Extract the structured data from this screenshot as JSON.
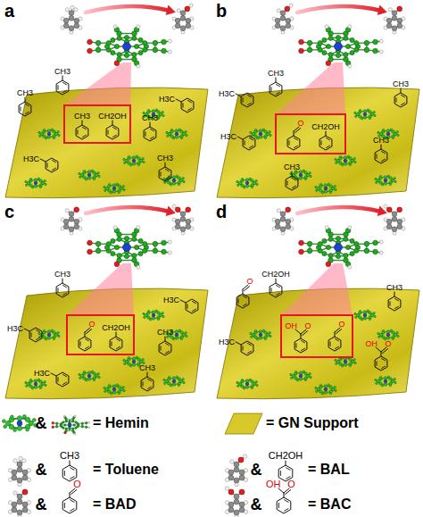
{
  "diagram": {
    "labels": [
      "a",
      "CH3",
      "CH3",
      "H3C",
      "CH3",
      "H3C",
      "CH3",
      "CH3",
      "CH2OH",
      "b",
      "H3C",
      "CH3",
      "CH3",
      "H3C",
      "O",
      "CH2OH",
      "CH3",
      "CH3",
      "c",
      "CH3",
      "H3C",
      "H3C",
      "O",
      "CH2OH",
      "CH3",
      "H3C",
      "CH3",
      "d",
      "O",
      "CH2OH",
      "CH3",
      "O",
      "OH",
      "O",
      "H3C",
      "O",
      "OH",
      "&",
      "&",
      "CH3",
      "&",
      "CH2OH",
      "&",
      "O",
      "&",
      "O",
      "OH"
    ],
    "legend": [
      {
        "text": "= Hemin"
      },
      {
        "text": "= GN Support",
        "color": "#d8c92a"
      },
      {
        "text": "= Toluene"
      },
      {
        "text": "= BAL"
      },
      {
        "text": "= BAD"
      },
      {
        "text": "= BAC"
      }
    ]
  }
}
